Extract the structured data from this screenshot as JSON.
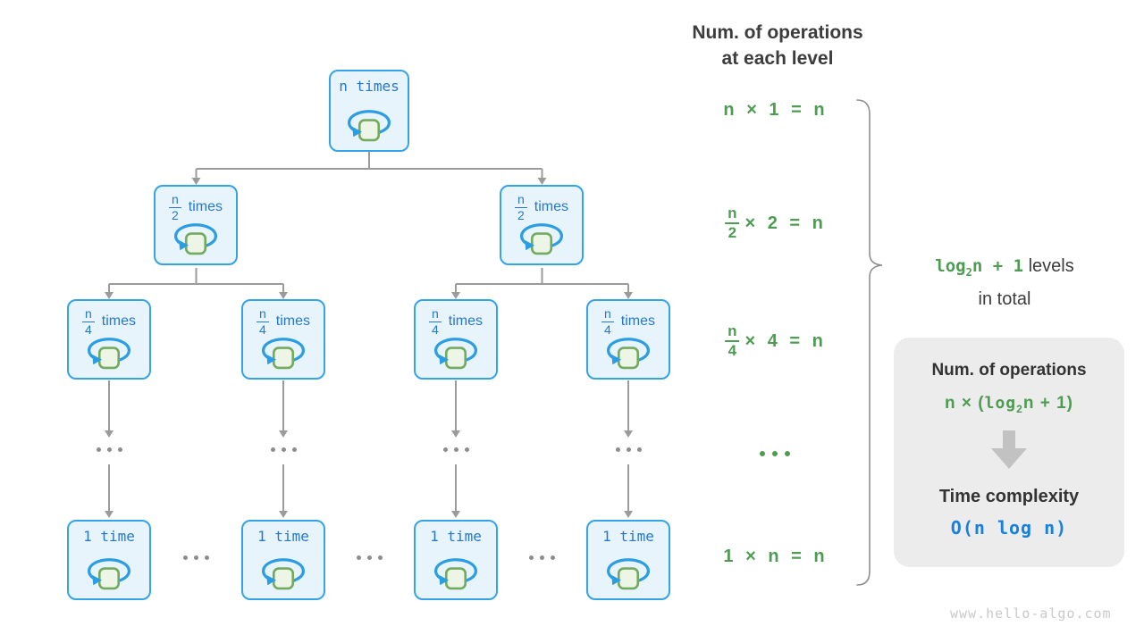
{
  "tree": {
    "root": {
      "label": "n times"
    },
    "level2": [
      {
        "num": "n",
        "den": "2",
        "suffix": "times"
      },
      {
        "num": "n",
        "den": "2",
        "suffix": "times"
      }
    ],
    "level3": [
      {
        "num": "n",
        "den": "4",
        "suffix": "times"
      },
      {
        "num": "n",
        "den": "4",
        "suffix": "times"
      },
      {
        "num": "n",
        "den": "4",
        "suffix": "times"
      },
      {
        "num": "n",
        "den": "4",
        "suffix": "times"
      }
    ],
    "level4": [
      {
        "label": "1 time"
      },
      {
        "label": "1 time"
      },
      {
        "label": "1 time"
      },
      {
        "label": "1 time"
      }
    ],
    "ellipsis": "..."
  },
  "right_column": {
    "header_line1": "Num. of operations",
    "header_line2": "at each level",
    "equations": [
      {
        "type": "plain",
        "text": "n × 1 = n"
      },
      {
        "type": "fraction",
        "num": "n",
        "den": "2",
        "rest": "× 2 = n"
      },
      {
        "type": "fraction",
        "num": "n",
        "den": "4",
        "rest": "× 4 = n"
      },
      {
        "type": "ellipsis",
        "text": "..."
      },
      {
        "type": "plain",
        "text": "1 × n = n"
      }
    ]
  },
  "levels_annotation": {
    "fn": "log",
    "sub": "2",
    "tail": "n + 1",
    "dark": " levels",
    "line2": "in total"
  },
  "summary_panel": {
    "title1": "Num. of operations",
    "formula1": {
      "pre": "n × (",
      "fn": "log",
      "sub": "2",
      "post": "n + 1)"
    },
    "title2": "Time complexity",
    "formula2": "O(n log n)"
  },
  "watermark": "www.hello-algo.com",
  "colors": {
    "node_fill": "#e8f4fc",
    "node_border": "#35a3e4",
    "node_text": "#2478cc",
    "loop_blue": "#2b9de2",
    "square_fill": "#edf6e6",
    "square_border": "#74aa60",
    "connector_gray": "#9b9b9b",
    "green": "#4e9b52",
    "dark_text": "#3c3c3c",
    "panel_bg": "#ececec",
    "panel_arrow": "#c2c2c2",
    "formula_blue": "#1780da",
    "watermark_gray": "#c9c9c9"
  }
}
